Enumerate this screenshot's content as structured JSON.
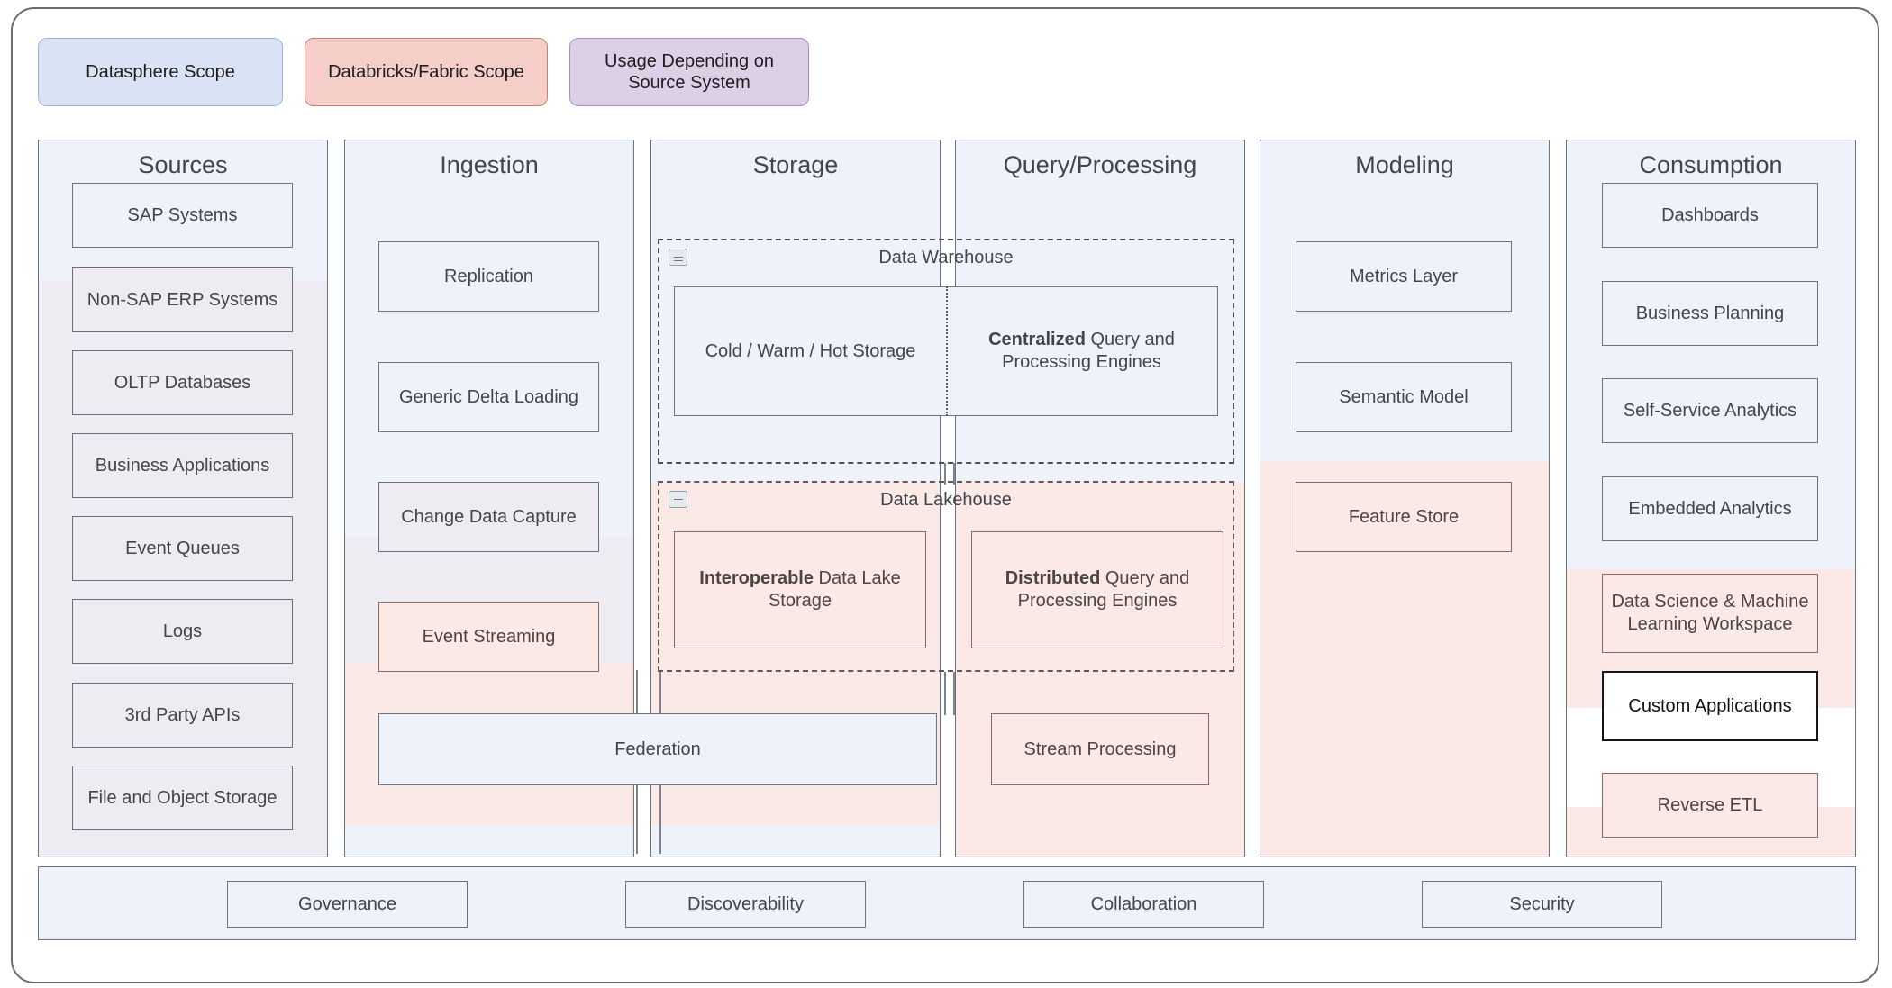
{
  "legend": [
    {
      "label": "Datasphere Scope",
      "color": "#dae3f5",
      "border": "#9fb2d8"
    },
    {
      "label": "Databricks/Fabric Scope",
      "color": "#f5cfc7",
      "border": "#c97f70"
    },
    {
      "label": "Usage Depending on Source System",
      "color": "#ddcfe6",
      "border": "#a98dbb"
    }
  ],
  "columns": {
    "sources": {
      "title": "Sources",
      "items": [
        {
          "label": "SAP Systems",
          "tone": "blue"
        },
        {
          "label": "Non-SAP ERP Systems",
          "tone": "lav"
        },
        {
          "label": "OLTP Databases",
          "tone": "lav"
        },
        {
          "label": "Business Applications",
          "tone": "lav"
        },
        {
          "label": "Event Queues",
          "tone": "lav"
        },
        {
          "label": "Logs",
          "tone": "lav"
        },
        {
          "label": "3rd Party APIs",
          "tone": "lav"
        },
        {
          "label": "File and Object Storage",
          "tone": "lav"
        }
      ]
    },
    "ingestion": {
      "title": "Ingestion",
      "items": [
        {
          "label": "Replication",
          "tone": "blue"
        },
        {
          "label": "Generic Delta Loading",
          "tone": "blue"
        },
        {
          "label": "Change Data Capture",
          "tone": "lav"
        },
        {
          "label": "Event Streaming",
          "tone": "pink"
        }
      ],
      "federation": {
        "label": "Federation",
        "tone": "blue"
      }
    },
    "storage": {
      "title": "Storage"
    },
    "query": {
      "title": "Query/Processing",
      "stream_processing": {
        "label": "Stream Processing",
        "tone": "pink"
      }
    },
    "modeling": {
      "title": "Modeling",
      "items": [
        {
          "label": "Metrics Layer",
          "tone": "blue"
        },
        {
          "label": "Semantic Model",
          "tone": "blue"
        },
        {
          "label": "Feature Store",
          "tone": "pink"
        }
      ]
    },
    "consumption": {
      "title": "Consumption",
      "items": [
        {
          "label": "Dashboards",
          "tone": "blue"
        },
        {
          "label": "Business Planning",
          "tone": "blue"
        },
        {
          "label": "Self-Service Analytics",
          "tone": "blue"
        },
        {
          "label": "Embedded Analytics",
          "tone": "blue"
        },
        {
          "label": "Data Science & Machine Learning Workspace",
          "tone": "pink"
        },
        {
          "label": "Custom Applications",
          "tone": "highlight"
        },
        {
          "label": "Reverse ETL",
          "tone": "pink"
        }
      ]
    }
  },
  "groups": {
    "data_warehouse": {
      "title": "Data Warehouse",
      "storage_label_plain": "Cold / Warm / Hot Storage",
      "engine_label_bold": "Centralized",
      "engine_label_rest": " Query and Processing Engines"
    },
    "data_lakehouse": {
      "title": "Data Lakehouse",
      "storage_label_bold": "Interoperable",
      "storage_label_rest": " Data Lake Storage",
      "engine_label_bold": "Distributed",
      "engine_label_rest": " Query and Processing Engines"
    }
  },
  "bottom_bar": {
    "items": [
      {
        "label": "Governance"
      },
      {
        "label": "Discoverability"
      },
      {
        "label": "Collaboration"
      },
      {
        "label": "Security"
      }
    ]
  },
  "icons": {
    "collapse": "collapse-icon"
  }
}
